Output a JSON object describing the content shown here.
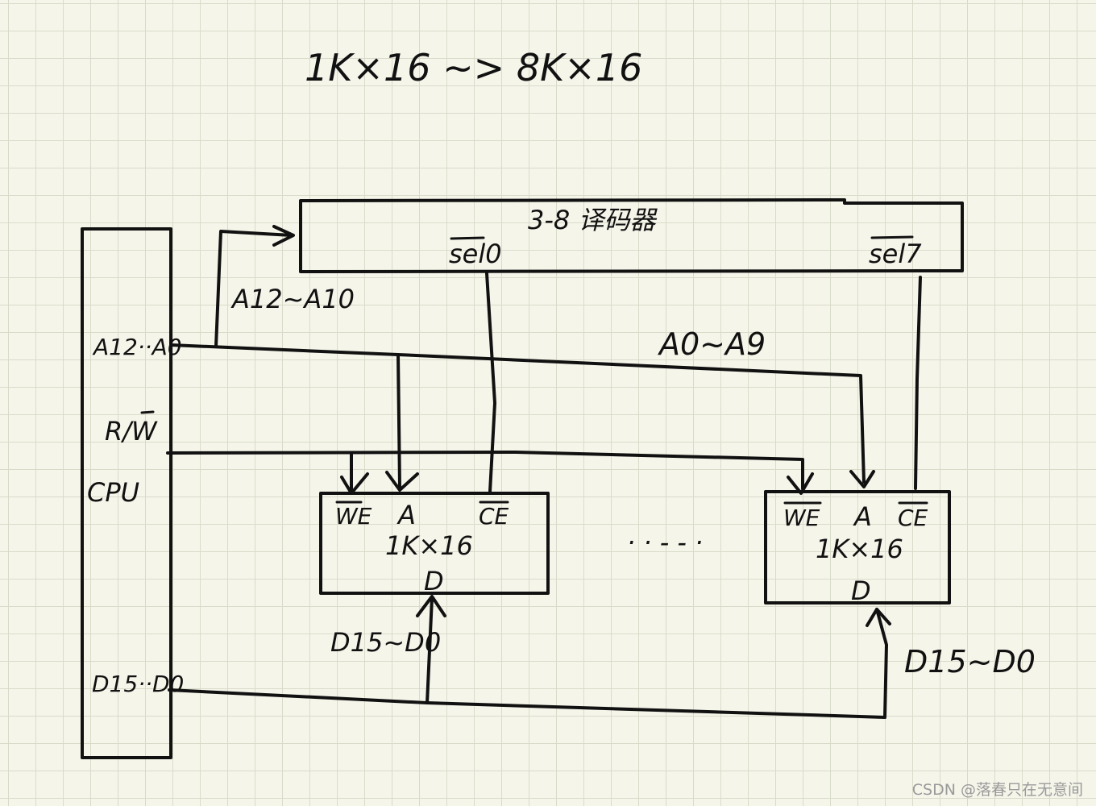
{
  "title": "1K×16 ~> 8K×16",
  "decoder": {
    "label": "3-8 译码器",
    "sel_first": "sel0",
    "sel_last": "sel7"
  },
  "cpu": {
    "label": "CPU",
    "addr_pins": "A12··A0",
    "rw_pin": "R/W",
    "data_pins": "D15··D0"
  },
  "buses": {
    "decoder_addr": "A12~A10",
    "chip_addr": "A0~A9",
    "data_left": "D15~D0",
    "data_right": "D15~D0"
  },
  "chip_left": {
    "we": "WE",
    "a": "A",
    "ce": "CE",
    "name": "1K×16",
    "d": "D"
  },
  "chip_right": {
    "we": "WE",
    "a": "A",
    "ce": "CE",
    "name": "1K×16",
    "d": "D"
  },
  "ellipsis": "· · - - ·",
  "watermark": "CSDN @落春只在无意间"
}
